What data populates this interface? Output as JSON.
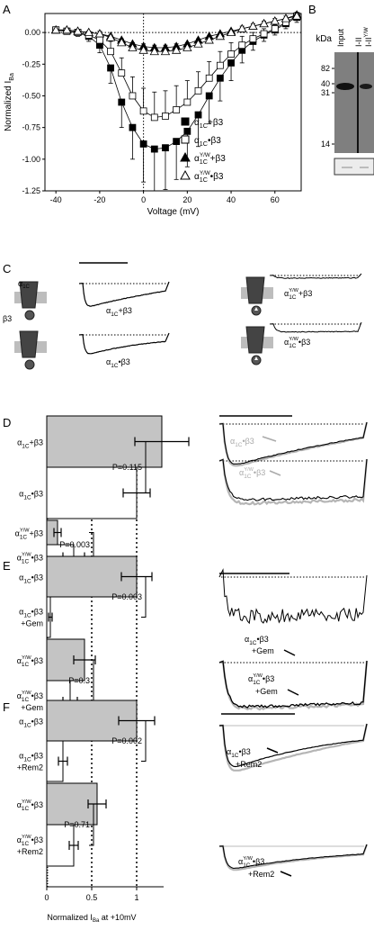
{
  "panels": {
    "A": "A",
    "B": "B",
    "C": "C",
    "D": "D",
    "E": "E",
    "F": "F"
  },
  "chart_data": [
    {
      "type": "line",
      "panel": "A",
      "xlabel": "Voltage (mV)",
      "ylabel_main": "Normalized I",
      "ylabel_sub": "Ba",
      "xlim": [
        -45,
        72
      ],
      "ylim": [
        -1.25,
        0.15
      ],
      "xticks": [
        -40,
        -20,
        0,
        20,
        40,
        60
      ],
      "yticks": [
        0.0,
        -0.25,
        -0.5,
        -0.75,
        -1.0,
        -1.25
      ],
      "ytick_labels": [
        "0.00",
        "-0.25",
        "-0.50",
        "-0.75",
        "-1.00",
        "-1.25"
      ],
      "x": [
        -40,
        -35,
        -30,
        -25,
        -20,
        -15,
        -10,
        -5,
        0,
        5,
        10,
        15,
        20,
        25,
        30,
        35,
        40,
        45,
        50,
        55,
        60,
        65,
        70
      ],
      "series": [
        {
          "name_main": "α",
          "name_sub": "1C",
          "name_sup": "",
          "name_rest": "+β3",
          "marker": "square",
          "fill": "black",
          "values": [
            0.02,
            0.01,
            0.0,
            -0.03,
            -0.1,
            -0.28,
            -0.55,
            -0.75,
            -0.88,
            -0.92,
            -0.91,
            -0.86,
            -0.78,
            -0.65,
            -0.5,
            -0.36,
            -0.24,
            -0.14,
            -0.07,
            -0.02,
            0.02,
            0.07,
            0.12
          ],
          "errors": [
            0.02,
            0.02,
            0.03,
            0.04,
            0.06,
            0.12,
            0.2,
            0.25,
            0.3,
            0.33,
            0.33,
            0.3,
            0.28,
            0.25,
            0.22,
            0.18,
            0.14,
            0.1,
            0.07,
            0.05,
            0.04,
            0.04,
            0.04
          ]
        },
        {
          "name_main": "α",
          "name_sub": "1C",
          "name_sup": "",
          "name_rest": "•β3",
          "marker": "square",
          "fill": "white",
          "values": [
            0.02,
            0.01,
            0.0,
            -0.02,
            -0.06,
            -0.15,
            -0.32,
            -0.5,
            -0.62,
            -0.67,
            -0.66,
            -0.61,
            -0.55,
            -0.46,
            -0.36,
            -0.26,
            -0.17,
            -0.1,
            -0.05,
            -0.01,
            0.03,
            0.08,
            0.13
          ],
          "errors": [
            0.02,
            0.02,
            0.02,
            0.03,
            0.05,
            0.08,
            0.12,
            0.15,
            0.18,
            0.2,
            0.2,
            0.19,
            0.17,
            0.15,
            0.13,
            0.11,
            0.09,
            0.07,
            0.05,
            0.04,
            0.03,
            0.03,
            0.03
          ]
        },
        {
          "name_main": "α",
          "name_sub": "1C",
          "name_sup": "Y/W",
          "name_rest": "+β3",
          "marker": "triangle",
          "fill": "black",
          "values": [
            0.02,
            0.02,
            0.01,
            0.0,
            -0.01,
            -0.03,
            -0.06,
            -0.09,
            -0.11,
            -0.12,
            -0.12,
            -0.11,
            -0.09,
            -0.06,
            -0.03,
            -0.01,
            0.01,
            0.03,
            0.05,
            0.07,
            0.09,
            0.11,
            0.14
          ],
          "errors": [
            0.01,
            0.01,
            0.01,
            0.01,
            0.02,
            0.02,
            0.03,
            0.03,
            0.04,
            0.04,
            0.04,
            0.04,
            0.03,
            0.03,
            0.02,
            0.02,
            0.02,
            0.02,
            0.02,
            0.02,
            0.02,
            0.02,
            0.02
          ]
        },
        {
          "name_main": "α",
          "name_sub": "1C",
          "name_sup": "Y/W",
          "name_rest": "•β3",
          "marker": "triangle",
          "fill": "white",
          "values": [
            0.02,
            0.02,
            0.01,
            0.0,
            -0.01,
            -0.04,
            -0.08,
            -0.12,
            -0.14,
            -0.15,
            -0.15,
            -0.14,
            -0.12,
            -0.09,
            -0.06,
            -0.03,
            0.0,
            0.03,
            0.05,
            0.07,
            0.09,
            0.11,
            0.13
          ],
          "errors": [
            0.01,
            0.01,
            0.01,
            0.01,
            0.02,
            0.02,
            0.03,
            0.04,
            0.05,
            0.05,
            0.05,
            0.05,
            0.04,
            0.04,
            0.03,
            0.03,
            0.02,
            0.02,
            0.02,
            0.02,
            0.02,
            0.02,
            0.02
          ]
        }
      ]
    },
    {
      "type": "bar",
      "panel": "D/E/F",
      "orientation": "horizontal",
      "xlabel_main": "Normalized I",
      "xlabel_sub": "Ba",
      "xlabel_rest": " at +10mV",
      "xlim": [
        0,
        1.3
      ],
      "xticks": [
        0,
        0.5,
        1
      ],
      "xtick_labels": [
        "0",
        "0.5",
        "1"
      ],
      "reference_lines": [
        0.5,
        1.0
      ],
      "groups": [
        {
          "panel": "D",
          "bars": [
            {
              "label": [
                "α|1C||+β3"
              ],
              "value": 1.28,
              "error": 0.3,
              "fill": "#c4c4c4"
            },
            {
              "label": [
                "α|1C||•β3"
              ],
              "value": 1.0,
              "error": 0.15,
              "fill": "#ffffff"
            },
            {
              "label": [
                "α|1C|Y/W|+β3"
              ],
              "value": 0.12,
              "error": 0.04,
              "fill": "#c4c4c4"
            },
            {
              "label": [
                "α|1C|Y/W|•β3"
              ],
              "value": 0.3,
              "error": 0.12,
              "fill": "#ffffff"
            }
          ],
          "pvalues": [
            {
              "text": "P=0.115",
              "from": 0,
              "to": 1
            },
            {
              "text": "P=0.003",
              "from": 2,
              "to": 3
            }
          ]
        },
        {
          "panel": "E",
          "bars": [
            {
              "label": [
                "α|1C||•β3"
              ],
              "value": 1.0,
              "error": 0.17,
              "fill": "#c4c4c4"
            },
            {
              "label": [
                "α|1C||•β3",
                "+Gem"
              ],
              "value": 0.04,
              "error": 0.02,
              "fill": "#ffffff"
            },
            {
              "label": [
                "α|1C|Y/W|•β3"
              ],
              "value": 0.42,
              "error": 0.12,
              "fill": "#c4c4c4"
            },
            {
              "label": [
                "α|1C|Y/W|•β3",
                "+Gem"
              ],
              "value": 0.26,
              "error": 0.08,
              "fill": "#ffffff"
            }
          ],
          "pvalues": [
            {
              "text": "P=0.003",
              "from": 0,
              "to": 1
            },
            {
              "text": "P=0.3",
              "from": 2,
              "to": 3
            }
          ]
        },
        {
          "panel": "F",
          "bars": [
            {
              "label": [
                "α|1C||•β3"
              ],
              "value": 1.0,
              "error": 0.2,
              "fill": "#c4c4c4"
            },
            {
              "label": [
                "α|1C||•β3",
                "+Rem2"
              ],
              "value": 0.18,
              "error": 0.05,
              "fill": "#ffffff"
            },
            {
              "label": [
                "α|1C|Y/W|•β3"
              ],
              "value": 0.56,
              "error": 0.1,
              "fill": "#c4c4c4"
            },
            {
              "label": [
                "α|1C|Y/W|•β3",
                "+Rem2"
              ],
              "value": 0.3,
              "error": 0.05,
              "fill": "#ffffff"
            }
          ],
          "pvalues": [
            {
              "text": "P=0.002",
              "from": 0,
              "to": 1
            },
            {
              "text": "P=0.71",
              "from": 2,
              "to": 3
            }
          ]
        }
      ]
    }
  ],
  "blot": {
    "kda_label": "kDa",
    "markers": [
      "82",
      "40",
      "31",
      "14"
    ],
    "lanes": [
      "Input",
      "I-II",
      "I-II"
    ],
    "lane3_sup": "Y/W"
  },
  "traces": {
    "C_left_top": [
      "α|1C||+β3"
    ],
    "C_left_bottom": [
      "α|1C||•β3"
    ],
    "C_right_top": [
      "α|1C|Y/W|+β3"
    ],
    "C_right_bottom": [
      "α|1C|Y/W|•β3"
    ],
    "D_top": [
      "α|1C||•β3"
    ],
    "D_bottom": [
      "α|1C|Y/W|•β3"
    ],
    "E_top": [
      "α|1C||•β3",
      "+Gem"
    ],
    "E_bottom": [
      "α|1C|Y/W|•β3",
      "+Gem"
    ],
    "F_top": [
      "α|1C||•β3",
      "+Rem2"
    ],
    "F_bottom": [
      "α|1C|Y/W|•β3",
      "+Rem2"
    ]
  },
  "cartoon_labels": {
    "alpha": "α",
    "sub": "1C",
    "beta": "β3"
  }
}
